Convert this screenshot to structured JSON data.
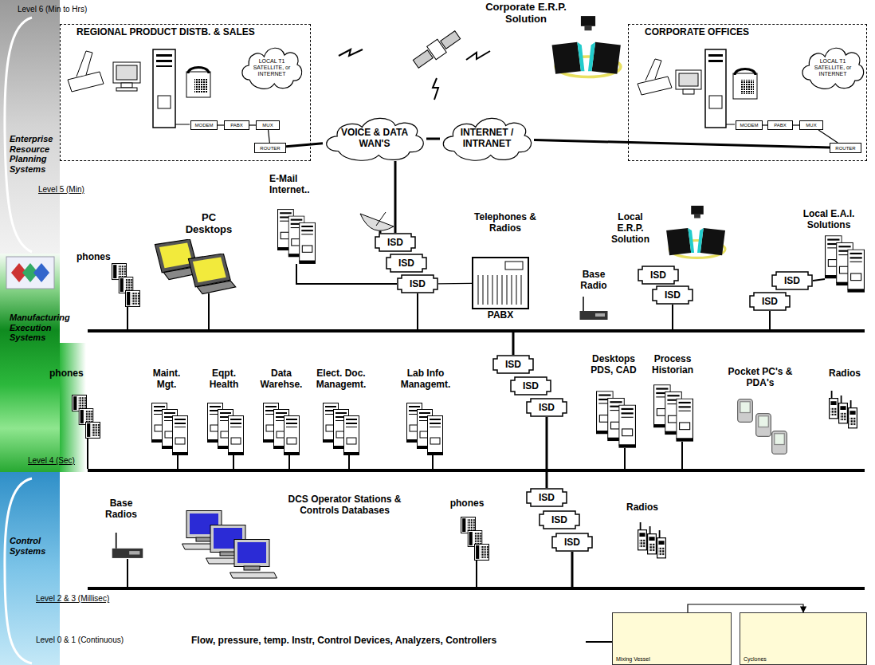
{
  "diagram": {
    "nodes": [
      {
        "text": [
          "REGIONAL PRODUCT DISTB. & SALES"
        ]
      },
      {
        "text": [
          "LOCAL T1 SATELLITE, or INTERNET"
        ],
        "in": 0
      },
      {
        "text": [
          "MODEM"
        ],
        "in": 0
      },
      {
        "text": [
          "PABX"
        ],
        "in": 0
      },
      {
        "text": [
          "MUX"
        ],
        "in": 0
      },
      {
        "text": [
          "ROUTER"
        ],
        "in": 0
      },
      {
        "text": [
          "CORPORATE OFFICES"
        ]
      },
      {
        "text": [
          "LOCAL T1 SATELLITE, or INTERNET"
        ],
        "in": 6
      },
      {
        "text": [
          "MODEM"
        ],
        "in": 6
      },
      {
        "text": [
          "PABX"
        ],
        "in": 6
      },
      {
        "text": [
          "MUX"
        ],
        "in": 6
      },
      {
        "text": [
          "ROUTER"
        ],
        "in": 6
      },
      {
        "text": [
          "VOICE & DATA WAN'S"
        ]
      },
      {
        "text": [
          "INTERNET / INTRANET"
        ]
      },
      {
        "text": [
          "ISD"
        ]
      },
      {
        "text": [
          "ISD"
        ]
      },
      {
        "text": [
          "ISD"
        ]
      },
      {
        "text": [
          "PABX"
        ]
      },
      {
        "text": [
          "ISD"
        ]
      },
      {
        "text": [
          "ISD"
        ]
      },
      {
        "text": [
          "ISD"
        ]
      },
      {
        "text": [
          "ISD"
        ]
      },
      {
        "text": [
          "ISD"
        ]
      },
      {
        "text": [
          "ISD"
        ]
      },
      {
        "text": [
          "ISD"
        ]
      },
      {
        "text": [
          "ISD"
        ]
      },
      {
        "text": [
          "ISD"
        ]
      },
      {
        "text": [
          "ISD"
        ]
      },
      {
        "text": [
          "Mixing Vessel"
        ]
      },
      {
        "text": [
          "Cyclones"
        ]
      }
    ],
    "edges": [
      {
        "from": 2,
        "to": 3,
        "arrow": "none"
      },
      {
        "from": 3,
        "to": 4,
        "arrow": "none"
      },
      {
        "from": 4,
        "to": 5,
        "arrow": "none"
      },
      {
        "from": 8,
        "to": 9,
        "arrow": "none"
      },
      {
        "from": 9,
        "to": 10,
        "arrow": "none"
      },
      {
        "from": 10,
        "to": 11,
        "arrow": "none"
      },
      {
        "from": 5,
        "to": 12,
        "arrow": "none"
      },
      {
        "from": 12,
        "to": 13,
        "arrow": "none"
      },
      {
        "from": 13,
        "to": 11,
        "arrow": "none"
      },
      {
        "from": 12,
        "to": 14,
        "arrow": "none"
      },
      {
        "from": 16,
        "to": 17,
        "arrow": "none"
      },
      {
        "from": 28,
        "to": 29,
        "arrow": "to"
      }
    ],
    "labels": [
      "Level 6 (Min to Hrs)",
      "Corporate E.R.P. Solution",
      "Enterprise Resource Planning Systems",
      "Level 5 (Min)",
      "E-Mail Internet..",
      "phones",
      "PC Desktops",
      "Telephones & Radios",
      "Base Radio",
      "Local E.R.P. Solution",
      "Local E.A.I. Solutions",
      "Manufacturing Execution Systems",
      "phones",
      "Maint. Mgt.",
      "Eqpt. Health",
      "Data Warehse.",
      "Elect. Doc. Managemt.",
      "Lab Info Managemt.",
      "Desktops PDS, CAD",
      "Process Historian",
      "Pocket PC's & PDA's",
      "Radios",
      "Level 4 (Sec)",
      "Control Systems",
      "Base Radios",
      "DCS Operator Stations & Controls Databases",
      "phones",
      "Radios",
      "Level 2 & 3 (Millisec)",
      "Level 0 & 1 (Continuous)",
      "Flow, pressure, temp. Instr, Control Devices, Analyzers, Controllers"
    ]
  }
}
